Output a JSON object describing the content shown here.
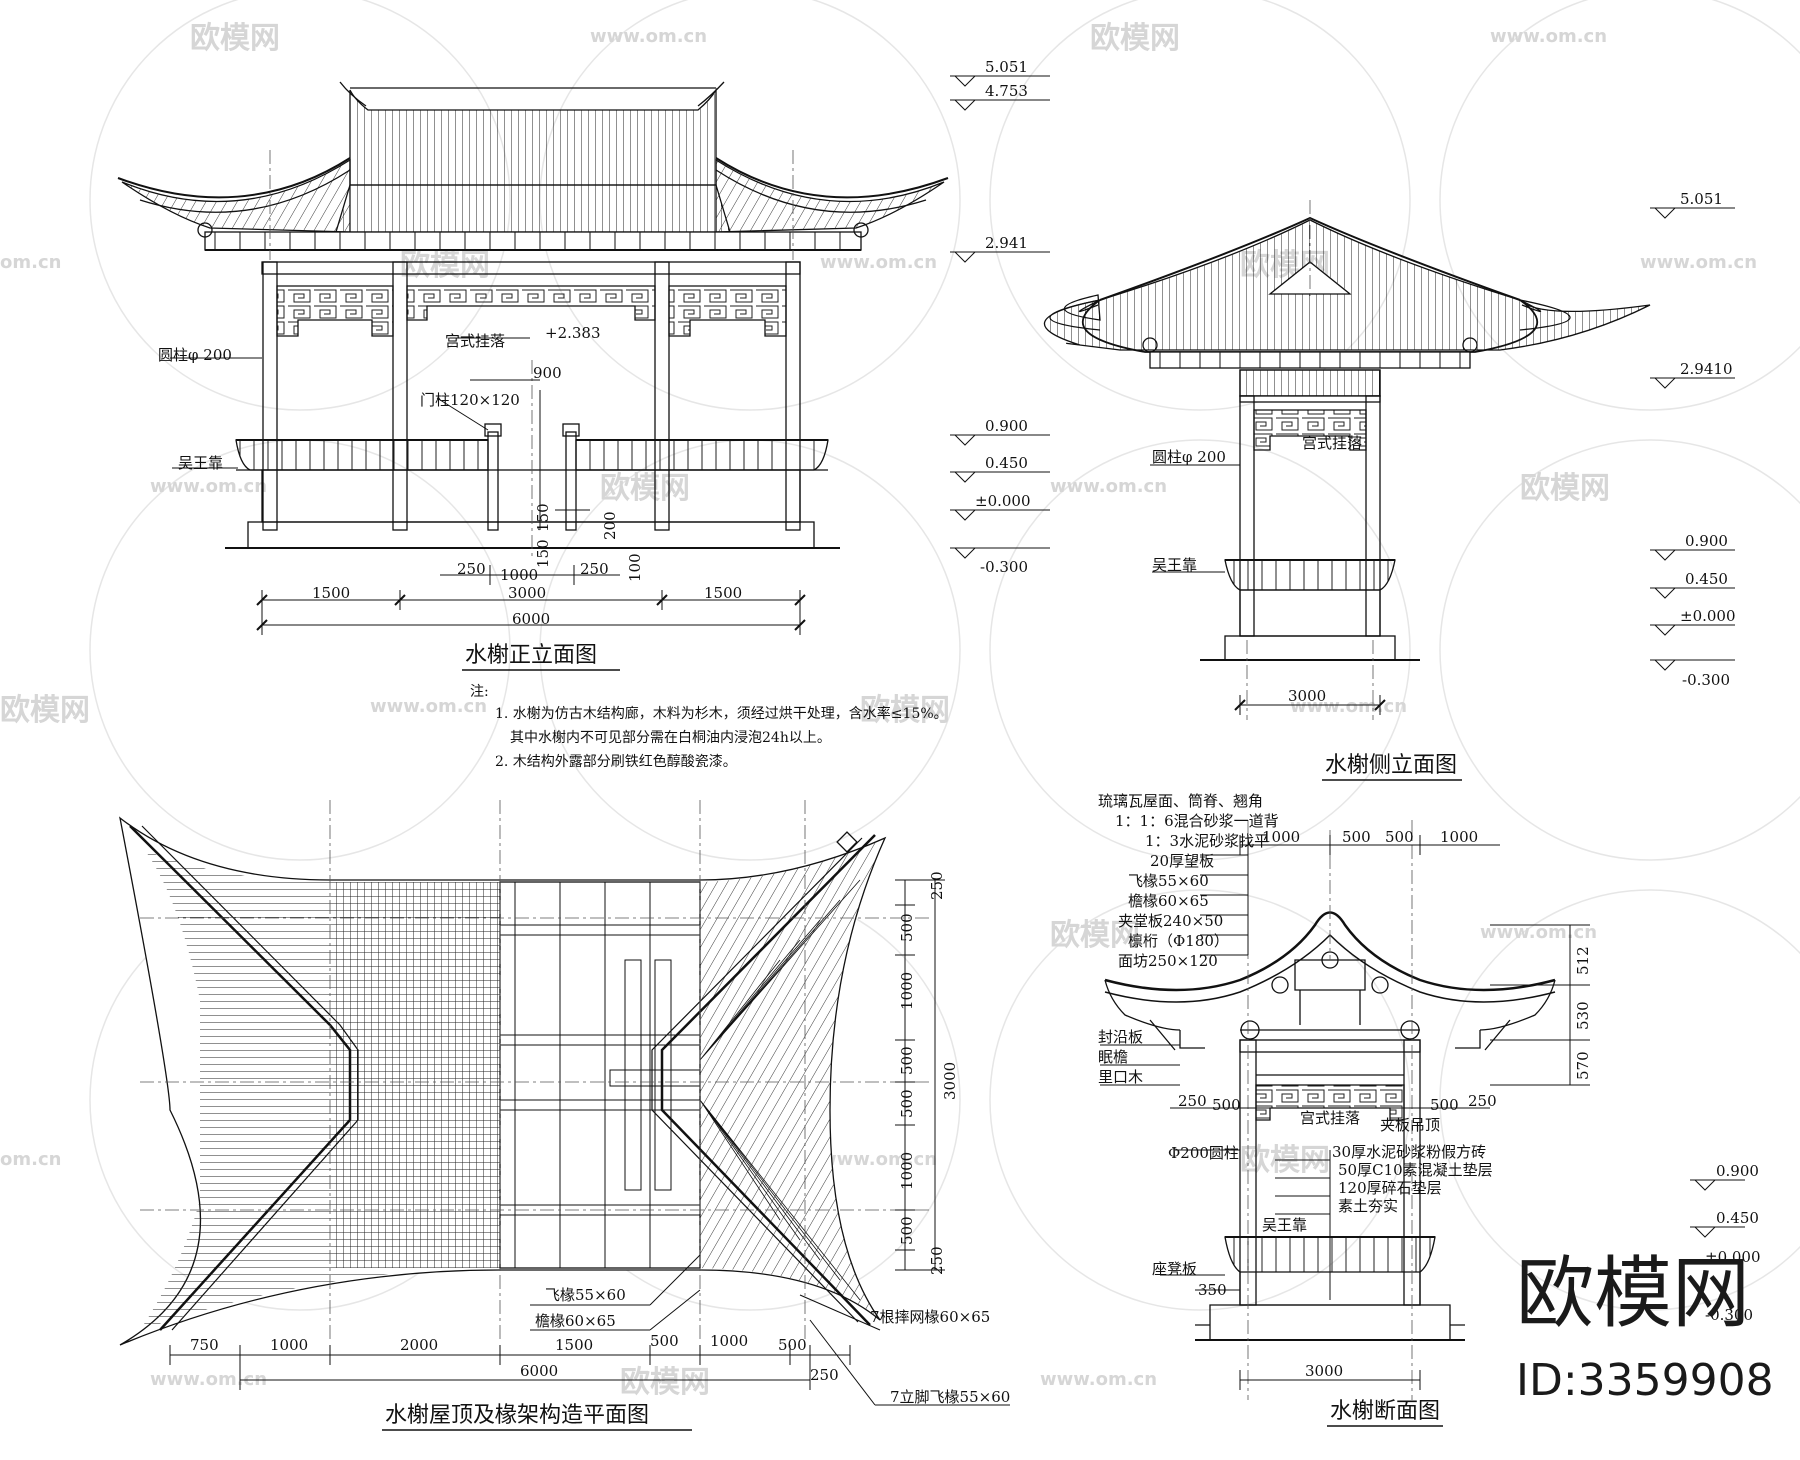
{
  "front": {
    "title": "水榭正立面图",
    "levels": [
      "5.051",
      "4.753",
      "2.941",
      "0.900",
      "0.450",
      "±0.000",
      "-0.300"
    ],
    "elevation_mark": "+2.383",
    "labels": {
      "column": "圆柱φ 200",
      "hanging": "宫式挂落",
      "door_post": "门柱120×120",
      "seat": "吴王靠"
    },
    "dims": {
      "d900": "900",
      "d250a": "250",
      "d1000": "1000",
      "d250b": "250",
      "d150a": "150",
      "d150b": "150",
      "d200": "200",
      "d100": "100",
      "d1500a": "1500",
      "d3000": "3000",
      "d1500b": "1500",
      "d6000": "6000"
    }
  },
  "notes": {
    "head": "注:",
    "line1": "1. 水榭为仿古木结构廊，木料为杉木，须经过烘干处理，含水率≤15%。",
    "line2": "其中水榭内不可见部分需在白桐油内浸泡24h以上。",
    "line3": "2. 木结构外露部分刷铁红色醇酸瓷漆。"
  },
  "side": {
    "title": "水榭侧立面图",
    "levels": [
      "5.051",
      "2.9410",
      "0.900",
      "0.450",
      "±0.000",
      "-0.300"
    ],
    "labels": {
      "column": "圆柱φ 200",
      "hanging": "宫式挂落",
      "seat": "吴王靠"
    },
    "dim_width": "3000"
  },
  "plan": {
    "title": "水榭屋顶及椽架构造平面图",
    "right_dims": [
      "250",
      "500",
      "1000",
      "500",
      "500",
      "1000",
      "500",
      "250"
    ],
    "right_total": "3000",
    "bottom_dims": [
      "750",
      "1000",
      "2000",
      "1500",
      "500",
      "1000",
      "500"
    ],
    "bottom_total": "6000",
    "bottom_extra": "250",
    "labels": {
      "flying": "飞椽55×60",
      "eave": "檐椽60×65",
      "net": "7根摔网椽60×65",
      "foot": "7立脚飞椽55×60"
    }
  },
  "section": {
    "title": "水榭断面图",
    "layers": [
      "琉璃瓦屋面、筒脊、翘角",
      "1：1：6混合砂浆一道背",
      "1：3水泥砂浆找平",
      "20厚望板",
      "飞椽55×60",
      "檐椽60×65",
      "夹堂板240×50",
      "檩桁（Φ180）",
      "面坊250×120"
    ],
    "top_dims": [
      "1000",
      "500",
      "500",
      "1000"
    ],
    "right_dims": [
      "512",
      "530",
      "570"
    ],
    "left_labels": [
      "封沿板",
      "眠檐",
      "里口木"
    ],
    "hanging": "宫式挂落",
    "ceiling": "夹板吊顶",
    "mid_dims": [
      "250",
      "500",
      "500",
      "250"
    ],
    "column": "Φ200圆柱",
    "floor_layers": [
      "30厚水泥砂浆粉假方砖",
      "50厚C10素混凝土垫层",
      "120厚碎石垫层",
      "素土夯实"
    ],
    "seat": "吴王靠",
    "bench": "座凳板",
    "d350": "350",
    "levels": [
      "0.900",
      "0.450",
      "±0.000",
      "-0.300"
    ],
    "dim_width": "3000"
  },
  "brand": {
    "name": "欧模网",
    "id": "ID:3359908"
  },
  "watermark": {
    "logo": "欧模网",
    "url": "www.om.cn",
    "url_short": "om.cn"
  }
}
